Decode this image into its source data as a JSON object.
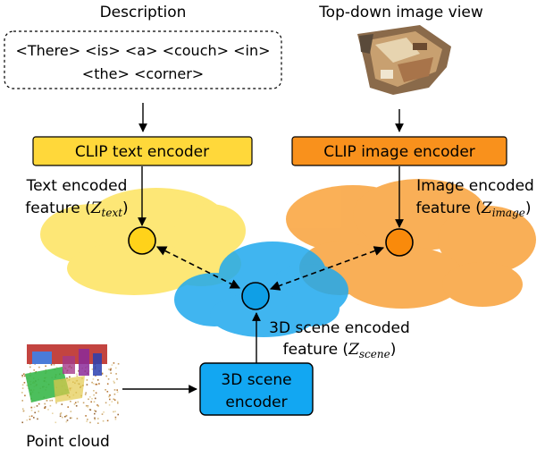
{
  "labels": {
    "description": "Description",
    "top_down": "Top-down image view",
    "point_cloud": "Point cloud"
  },
  "description_text": {
    "line1": "<There> <is> <a> <couch> <in>",
    "line2": "<the> <corner>"
  },
  "encoders": {
    "text": "CLIP text encoder",
    "image": "CLIP image encoder",
    "scene_line1": "3D scene",
    "scene_line2": "encoder"
  },
  "features": {
    "text": {
      "line1": "Text encoded",
      "prefix": "feature (",
      "symbol": "Z",
      "subscript": "text",
      "suffix": ")"
    },
    "image": {
      "line1": "Image encoded",
      "prefix": "feature (",
      "symbol": "Z",
      "subscript": "image",
      "suffix": ")"
    },
    "scene": {
      "line1": "3D scene encoded",
      "prefix": "feature (",
      "symbol": "Z",
      "subscript": "scene",
      "suffix": ")"
    }
  },
  "colors": {
    "text_cloud": "#FDE35F",
    "image_cloud": "#F9A23A",
    "scene_cloud": "#1FA9EE",
    "text_encoder": "#FFD83A",
    "image_encoder": "#F9911C",
    "scene_encoder": "#12A7F2",
    "text_node": "#FFD21A",
    "image_node": "#F98A0B",
    "scene_node": "#0F9FE6"
  }
}
